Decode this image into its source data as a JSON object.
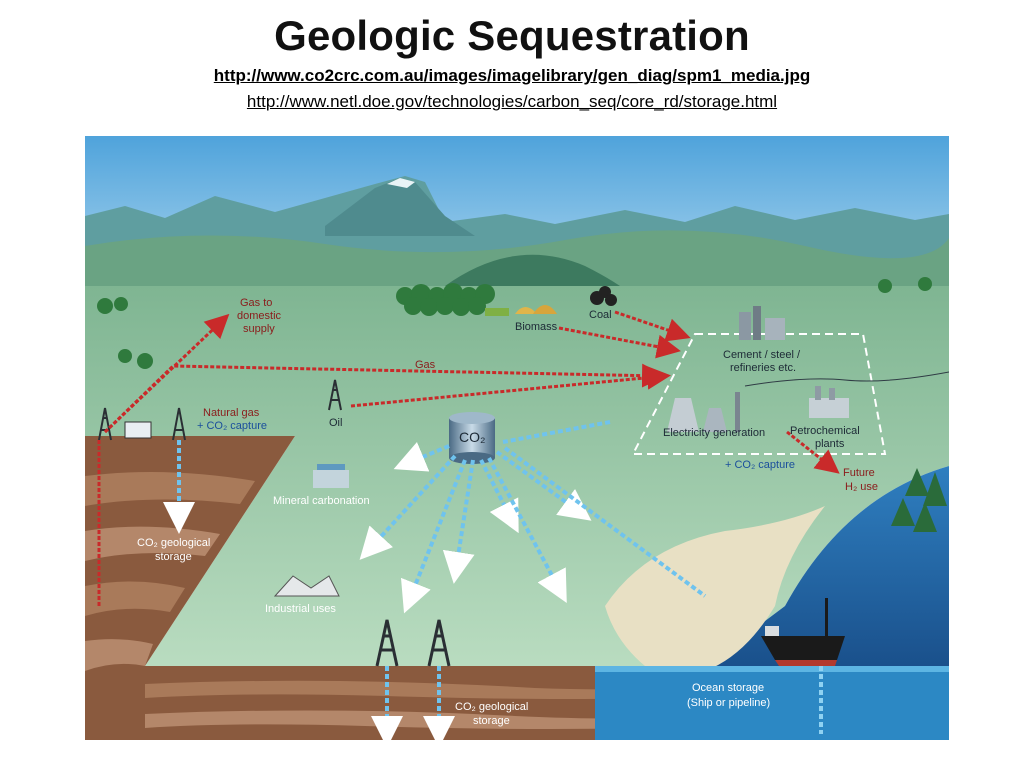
{
  "header": {
    "title": "Geologic Sequestration",
    "link_primary": "http://www.co2crc.com.au/images/imagelibrary/gen_diag/spm1_media.jpg",
    "link_secondary": "http://www.netl.doe.gov/technologies/carbon_seq/core_rd/storage.html"
  },
  "diagram": {
    "labels": {
      "gas_to_domestic_1": "Gas to",
      "gas_to_domestic_2": "domestic",
      "gas_to_domestic_3": "supply",
      "gas": "Gas",
      "biomass": "Biomass",
      "coal": "Coal",
      "cement_1": "Cement / steel /",
      "cement_2": "refineries etc.",
      "natural_gas": "Natural gas",
      "co2_capture_1": "+ CO₂ capture",
      "oil": "Oil",
      "co2_tank": "CO₂",
      "electricity": "Electricity generation",
      "petro_1": "Petrochemical",
      "petro_2": "plants",
      "co2_capture_2": "+ CO₂ capture",
      "future_1": "Future",
      "future_2": "H₂ use",
      "mineral": "Mineral carbonation",
      "geo_storage_left_1": "CO₂ geological",
      "geo_storage_left_2": "storage",
      "industrial": "Industrial uses",
      "geo_storage_bottom_1": "CO₂ geological",
      "geo_storage_bottom_2": "storage",
      "ocean_1": "Ocean storage",
      "ocean_2": "(Ship or pipeline)"
    },
    "colors": {
      "sky": "#59a9dc",
      "plain": "#a9d1b3",
      "earth": "#8a5a3e",
      "ocean": "#1f5fa0",
      "arrow_red": "#c92a2a",
      "pipe_blue": "#6fc3ee"
    }
  }
}
